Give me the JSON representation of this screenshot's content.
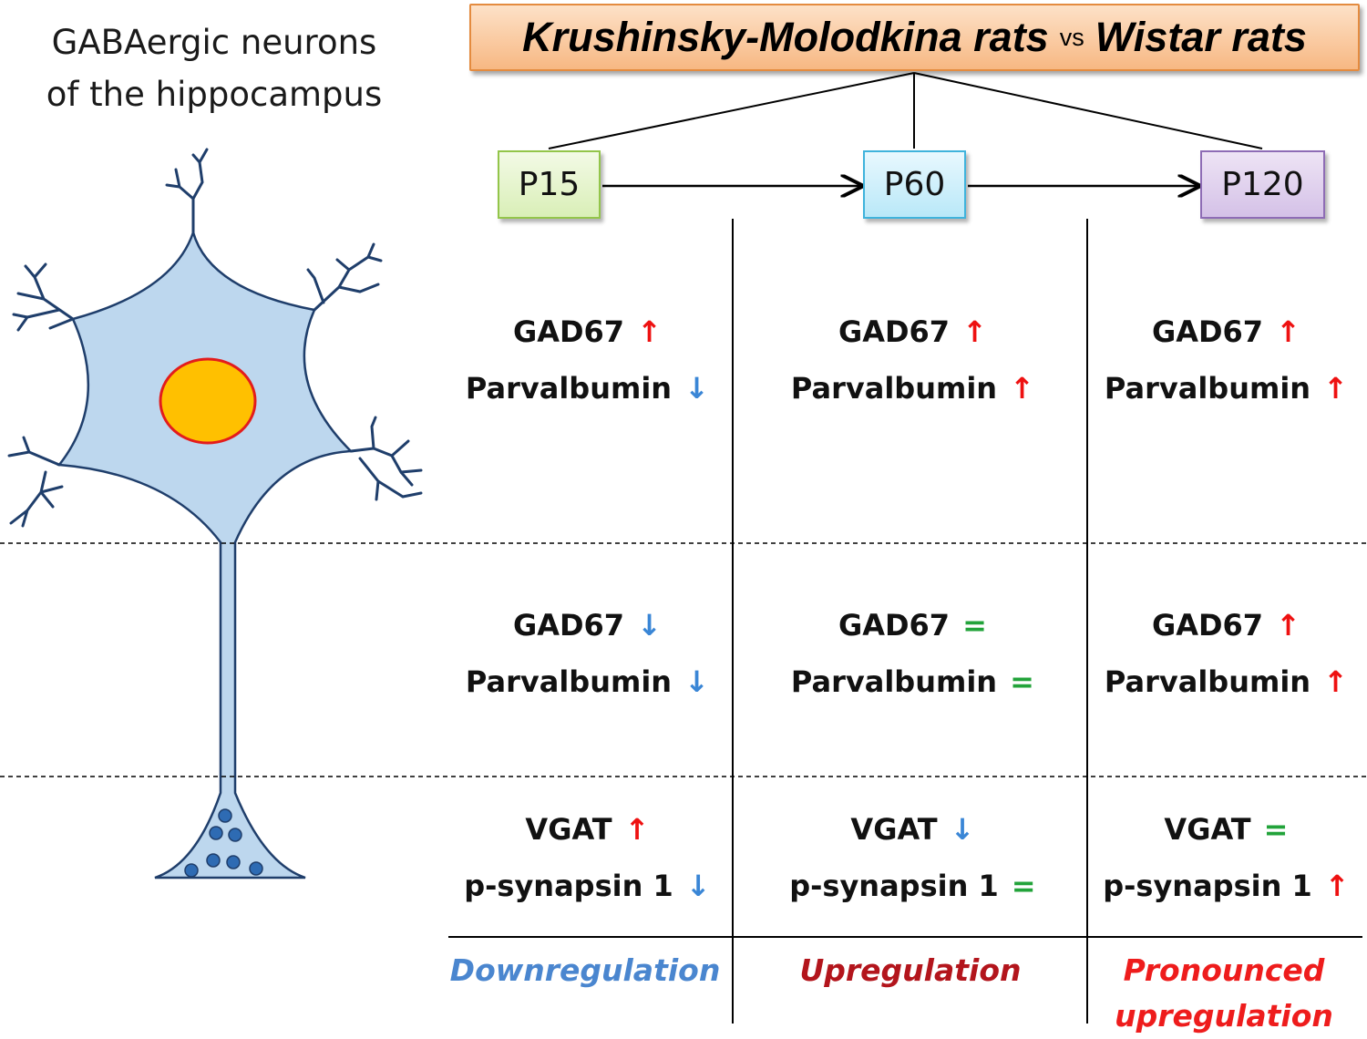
{
  "neuron_title": {
    "line1": "GABAergic neurons",
    "line2": "of the hippocampus"
  },
  "header": {
    "group_a": "Krushinsky-Molodkina rats",
    "vs": "vs",
    "group_b": "Wistar rats"
  },
  "ages": [
    "P15",
    "P60",
    "P120"
  ],
  "rows": [
    {
      "cells": [
        {
          "items": [
            {
              "label": "GAD67",
              "change": "up"
            },
            {
              "label": "Parvalbumin",
              "change": "down"
            }
          ]
        },
        {
          "items": [
            {
              "label": "GAD67",
              "change": "up"
            },
            {
              "label": "Parvalbumin",
              "change": "up"
            }
          ]
        },
        {
          "items": [
            {
              "label": "GAD67",
              "change": "up"
            },
            {
              "label": "Parvalbumin",
              "change": "up"
            }
          ]
        }
      ]
    },
    {
      "cells": [
        {
          "items": [
            {
              "label": "GAD67",
              "change": "down"
            },
            {
              "label": "Parvalbumin",
              "change": "down"
            }
          ]
        },
        {
          "items": [
            {
              "label": "GAD67",
              "change": "equal"
            },
            {
              "label": "Parvalbumin",
              "change": "equal"
            }
          ]
        },
        {
          "items": [
            {
              "label": "GAD67",
              "change": "up"
            },
            {
              "label": "Parvalbumin",
              "change": "up"
            }
          ]
        }
      ]
    },
    {
      "cells": [
        {
          "items": [
            {
              "label": "VGAT",
              "change": "up"
            },
            {
              "label": "p-synapsin 1",
              "change": "down"
            }
          ]
        },
        {
          "items": [
            {
              "label": "VGAT",
              "change": "down"
            },
            {
              "label": "p-synapsin 1",
              "change": "equal"
            }
          ]
        },
        {
          "items": [
            {
              "label": "VGAT",
              "change": "equal"
            },
            {
              "label": "p-synapsin 1",
              "change": "up"
            }
          ]
        }
      ]
    }
  ],
  "change_glyphs": {
    "up": "↑",
    "down": "↓",
    "equal": "="
  },
  "column_labels": [
    {
      "lines": [
        "Downregulation"
      ],
      "color": "#4a86cf"
    },
    {
      "lines": [
        "Upregulation"
      ],
      "color": "#b3151c"
    },
    {
      "lines": [
        "Pronounced",
        "upregulation"
      ],
      "color": "#ee1c1c"
    }
  ],
  "colors": {
    "up": "#ee1111",
    "down": "#3a86d6",
    "equal": "#22a33a",
    "neuron_fill": "#bdd7ee",
    "neuron_outline": "#1f3e6b",
    "nucleus_fill": "#ffc000",
    "nucleus_outline": "#e31c1c"
  }
}
